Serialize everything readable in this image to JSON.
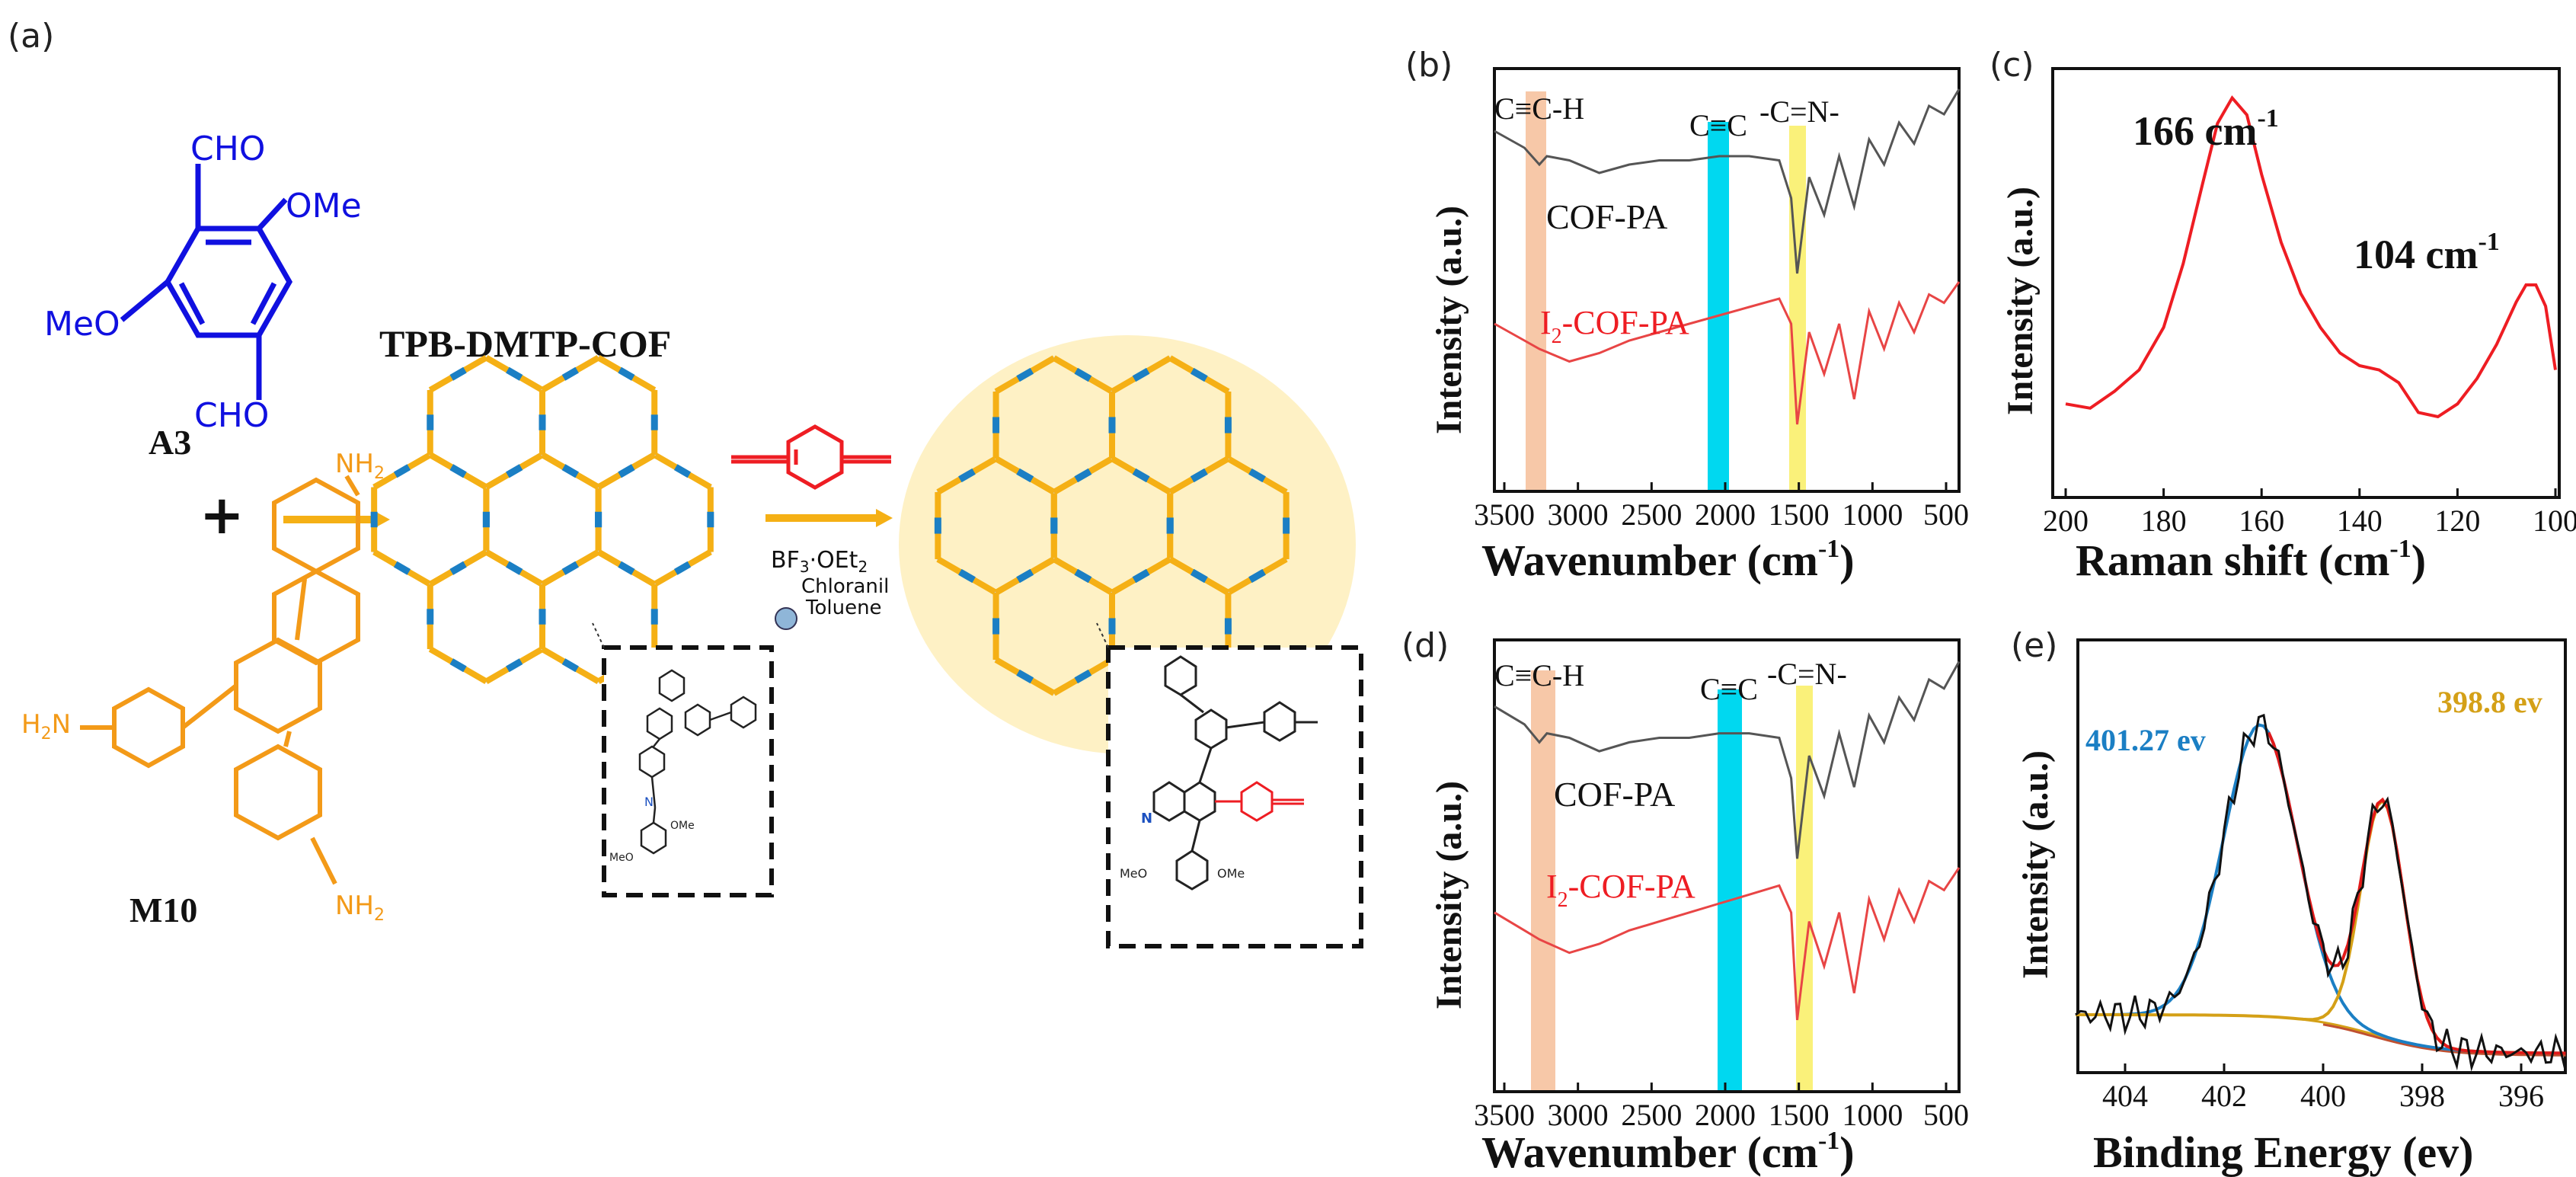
{
  "colors": {
    "blue": "#1010e0",
    "orange": "#f39a18",
    "red": "#ee1d23",
    "black": "#111111",
    "grey_trace": "#555555",
    "red_trace": "#e84545",
    "peach_band": "#f7c8a8",
    "cyan_band": "#00d8f0",
    "yellow_band": "#faf17a",
    "xps_blue": "#1b7fc4",
    "xps_gold": "#d4a017",
    "xps_envelope": "#e11a1a"
  },
  "panel_a": {
    "label": "(a)",
    "monomer_1": {
      "name": "A3",
      "groups": [
        "CHO",
        "OMe",
        "MeO",
        "CHO"
      ]
    },
    "plus": "+",
    "monomer_2": {
      "name": "M10",
      "groups": [
        "NH",
        "2",
        "H",
        "2",
        "N",
        "NH",
        "2"
      ]
    },
    "cof_1": "TPB-DMTP-COF",
    "reagents": [
      "BF",
      "3",
      "·OEt",
      "2",
      "Chloranil",
      "Toluene"
    ],
    "inset_1_groups": [
      "N",
      "OMe",
      "MeO"
    ],
    "inset_2_groups": [
      "N",
      "MeO",
      "OMe"
    ]
  },
  "panel_b": {
    "label": "(b)",
    "ylabel": "Intensity (a.u.)",
    "xlabel": "Wavenumber (cm",
    "xlabel_sup": "-1",
    "xlabel_close": ")",
    "xticks": [
      "3500",
      "3000",
      "2500",
      "2000",
      "1500",
      "1000",
      "500"
    ],
    "band_labels": [
      "C≡C-H",
      "C≡C",
      "-C=N-"
    ],
    "series": [
      {
        "name": "COF-PA"
      },
      {
        "name_pre": "I",
        "name_sub": "2",
        "name_post": "-COF-PA"
      }
    ]
  },
  "panel_c": {
    "label": "(c)",
    "ylabel": "Intensity (a.u.)",
    "xlabel": "Raman shift (cm",
    "xlabel_sup": "-1",
    "xlabel_close": ")",
    "xticks": [
      "200",
      "180",
      "160",
      "140",
      "120",
      "100"
    ],
    "peaks": [
      {
        "text": "166 cm",
        "sup": "-1"
      },
      {
        "text": "104 cm",
        "sup": "-1"
      }
    ]
  },
  "panel_d": {
    "label": "(d)",
    "ylabel": "Intensity (a.u.)",
    "xlabel": "Wavenumber (cm",
    "xlabel_sup": "-1",
    "xlabel_close": ")",
    "xticks": [
      "3500",
      "3000",
      "2500",
      "2000",
      "1500",
      "1000",
      "500"
    ],
    "band_labels": [
      "C≡C-H",
      "C≡C",
      "-C=N-"
    ],
    "series": [
      {
        "name": "COF-PA"
      },
      {
        "name_pre": "I",
        "name_sub": "2",
        "name_post": "-COF-PA"
      }
    ]
  },
  "panel_e": {
    "label": "(e)",
    "ylabel": "Intensity (a.u.)",
    "xlabel": "Binding Energy (ev)",
    "xticks": [
      "404",
      "402",
      "400",
      "398",
      "396"
    ],
    "peaks": [
      "401.27 ev",
      "398.8 ev"
    ]
  },
  "chart_data": [
    {
      "panel": "(b)",
      "type": "line",
      "xlabel": "Wavenumber (cm-1)",
      "ylabel": "Intensity (a.u.)",
      "xlim": [
        3600,
        500
      ],
      "highlight_bands_cm-1": [
        [
          3310,
          3210
        ],
        [
          2170,
          2040
        ],
        [
          1620,
          1540
        ]
      ],
      "series": [
        {
          "name": "COF-PA",
          "x": [
            3600,
            3400,
            3300,
            3250,
            3100,
            2900,
            2700,
            2500,
            2300,
            2100,
            1900,
            1700,
            1620,
            1580,
            1500,
            1400,
            1300,
            1200,
            1100,
            1000,
            900,
            800,
            700,
            600,
            500
          ],
          "y": [
            0.86,
            0.82,
            0.78,
            0.8,
            0.79,
            0.76,
            0.78,
            0.79,
            0.79,
            0.8,
            0.8,
            0.79,
            0.7,
            0.52,
            0.75,
            0.66,
            0.8,
            0.68,
            0.84,
            0.78,
            0.88,
            0.83,
            0.92,
            0.9,
            0.96
          ]
        },
        {
          "name": "I2-COF-PA",
          "x": [
            3600,
            3400,
            3300,
            3100,
            2900,
            2700,
            2500,
            2300,
            2100,
            1900,
            1700,
            1620,
            1580,
            1500,
            1400,
            1300,
            1200,
            1100,
            1000,
            900,
            800,
            700,
            600,
            500
          ],
          "y": [
            0.4,
            0.36,
            0.34,
            0.31,
            0.33,
            0.36,
            0.38,
            0.4,
            0.42,
            0.44,
            0.46,
            0.4,
            0.16,
            0.38,
            0.28,
            0.4,
            0.22,
            0.43,
            0.34,
            0.45,
            0.38,
            0.47,
            0.45,
            0.5
          ]
        }
      ]
    },
    {
      "panel": "(c)",
      "type": "line",
      "xlabel": "Raman shift (cm-1)",
      "ylabel": "Intensity (a.u.)",
      "xlim": [
        200,
        100
      ],
      "series": [
        {
          "name": "Raman",
          "x": [
            200,
            195,
            190,
            185,
            180,
            176,
            172,
            169,
            166,
            163,
            160,
            156,
            152,
            148,
            144,
            140,
            136,
            132,
            128,
            124,
            120,
            116,
            112,
            108,
            106,
            104,
            102,
            100
          ],
          "y": [
            0.22,
            0.21,
            0.25,
            0.3,
            0.4,
            0.55,
            0.74,
            0.88,
            0.94,
            0.9,
            0.76,
            0.6,
            0.48,
            0.4,
            0.34,
            0.31,
            0.3,
            0.27,
            0.2,
            0.19,
            0.22,
            0.28,
            0.36,
            0.46,
            0.5,
            0.5,
            0.45,
            0.3
          ]
        }
      ]
    },
    {
      "panel": "(d)",
      "type": "line",
      "xlabel": "Wavenumber (cm-1)",
      "ylabel": "Intensity (a.u.)",
      "xlim": [
        3600,
        500
      ],
      "highlight_bands_cm-1": [
        [
          3330,
          3230
        ],
        [
          2170,
          2040
        ],
        [
          1620,
          1550
        ]
      ],
      "series": [
        {
          "name": "COF-PA",
          "x": [
            3600,
            3400,
            3300,
            3250,
            3100,
            2900,
            2700,
            2500,
            2300,
            2100,
            1900,
            1700,
            1620,
            1580,
            1500,
            1400,
            1300,
            1200,
            1100,
            1000,
            900,
            800,
            700,
            600,
            500
          ],
          "y": [
            0.86,
            0.82,
            0.78,
            0.8,
            0.79,
            0.76,
            0.78,
            0.79,
            0.79,
            0.8,
            0.8,
            0.79,
            0.7,
            0.52,
            0.75,
            0.66,
            0.8,
            0.68,
            0.84,
            0.78,
            0.88,
            0.83,
            0.92,
            0.9,
            0.96
          ]
        },
        {
          "name": "I2-COF-PA",
          "x": [
            3600,
            3400,
            3300,
            3100,
            2900,
            2700,
            2500,
            2300,
            2100,
            1900,
            1700,
            1620,
            1580,
            1500,
            1400,
            1300,
            1200,
            1100,
            1000,
            900,
            800,
            700,
            600,
            500
          ],
          "y": [
            0.4,
            0.36,
            0.34,
            0.31,
            0.33,
            0.36,
            0.38,
            0.4,
            0.42,
            0.44,
            0.46,
            0.4,
            0.16,
            0.38,
            0.28,
            0.4,
            0.22,
            0.43,
            0.34,
            0.45,
            0.38,
            0.47,
            0.45,
            0.5
          ]
        }
      ]
    },
    {
      "panel": "(e)",
      "type": "line",
      "xlabel": "Binding Energy (ev)",
      "ylabel": "Intensity (a.u.)",
      "xlim": [
        405,
        395
      ],
      "series": [
        {
          "name": "401.27 ev",
          "center": 401.27
        },
        {
          "name": "398.8 ev",
          "center": 398.8
        }
      ]
    }
  ]
}
